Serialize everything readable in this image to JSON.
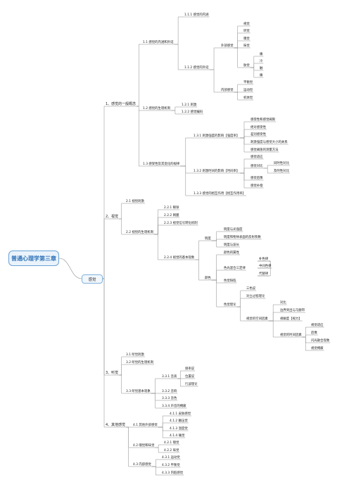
{
  "root": {
    "title": "普通心理学第三章"
  },
  "center": {
    "label": "感觉"
  },
  "branches": [
    {
      "label": "1、感觉的一般概念"
    },
    {
      "label": "1.1 感觉的内涵和外延"
    },
    {
      "label": "1.1.1 感觉的内涵"
    },
    {
      "label": "1.1.2 感觉的外延"
    },
    {
      "label": "外部感觉"
    },
    {
      "label": "视觉"
    },
    {
      "label": "听觉"
    },
    {
      "label": "嗅觉"
    },
    {
      "label": "味觉"
    },
    {
      "label": "肤觉"
    },
    {
      "label": "痛"
    },
    {
      "label": "冷"
    },
    {
      "label": "触"
    },
    {
      "label": "痛"
    },
    {
      "label": "内部感觉"
    },
    {
      "label": "平衡觉"
    },
    {
      "label": "运动觉"
    },
    {
      "label": "机体觉"
    },
    {
      "label": "1.2 感觉的生理机制"
    },
    {
      "label": "1.2.1 刺激"
    },
    {
      "label": "1.2.2 感觉编码"
    },
    {
      "label": "1.3 感受性及其变化的规律"
    },
    {
      "label": "1.3.1 刺激强度的影响【强度率】"
    },
    {
      "label": "感受性和感觉阈限"
    },
    {
      "label": "绝对感受性"
    },
    {
      "label": "差别感受性"
    },
    {
      "label": "刺激强度与感觉大小的关系"
    },
    {
      "label": "感觉阈值的测量方法"
    },
    {
      "label": "1.3.2 刺激时间的影响【时间率】"
    },
    {
      "label": "感觉适应"
    },
    {
      "label": "感觉对比"
    },
    {
      "label": "同时性对比"
    },
    {
      "label": "及时性对比"
    },
    {
      "label": "感觉后像"
    },
    {
      "label": "感觉补偿"
    },
    {
      "label": "1.3.3 感觉的相互作用【相互作用率】"
    },
    {
      "label": "2、视觉"
    },
    {
      "label": "2.1 视觉刺激"
    },
    {
      "label": "2.2 视觉的生理机制"
    },
    {
      "label": "2.2.1 眼球"
    },
    {
      "label": "2.2.2 网膜"
    },
    {
      "label": "2.2.3 视觉信号转化机制"
    },
    {
      "label": "2.2.4 视觉的基本现象"
    },
    {
      "label": "明度"
    },
    {
      "label": "明度与光强度"
    },
    {
      "label": "明度和物体表面的反射系数"
    },
    {
      "label": "明度与波长"
    },
    {
      "label": "颜色"
    },
    {
      "label": "颜色的属性"
    },
    {
      "label": "色光混合三定律"
    },
    {
      "label": "补色律"
    },
    {
      "label": "中间色律"
    },
    {
      "label": "代替律"
    },
    {
      "label": "色觉缺陷"
    },
    {
      "label": "色觉理论"
    },
    {
      "label": "三色说"
    },
    {
      "label": "对立过程理论"
    },
    {
      "label": "视觉的空间因素"
    },
    {
      "label": "对比"
    },
    {
      "label": "边界突出与马赫带"
    },
    {
      "label": "视敏度【视力】"
    },
    {
      "label": "视觉的时间因素"
    },
    {
      "label": "视觉适应"
    },
    {
      "label": "后像"
    },
    {
      "label": "闪光融合现象"
    },
    {
      "label": "视觉掩蔽"
    },
    {
      "label": "3、听觉"
    },
    {
      "label": "3.1 听觉刺激"
    },
    {
      "label": "3.2 听觉的生理机制"
    },
    {
      "label": "3.3 听觉基本现象"
    },
    {
      "label": "3.3.1 音高"
    },
    {
      "label": "频率说"
    },
    {
      "label": "位置说"
    },
    {
      "label": "行波理论"
    },
    {
      "label": "3.3.2 音响"
    },
    {
      "label": "3.3.3 音色"
    },
    {
      "label": "3.3.4 声音的掩蔽"
    },
    {
      "label": "4、其他感觉"
    },
    {
      "label": "4.1 其他外部感觉"
    },
    {
      "label": "4.1.1 皮肤感觉"
    },
    {
      "label": "4.1.2 触压觉"
    },
    {
      "label": "4.1.3 温度觉"
    },
    {
      "label": "4.1.4 痛觉"
    },
    {
      "label": "4.2 嗅觉和味觉"
    },
    {
      "label": "4.2.1 嗅觉"
    },
    {
      "label": "4.2.2 味觉"
    },
    {
      "label": "4.3 内部感觉"
    },
    {
      "label": "4.3.1 运动觉"
    },
    {
      "label": "4.3.2 平衡觉"
    },
    {
      "label": "4.3.3 内脏感觉"
    }
  ],
  "colors": {
    "line": "#8a8a8a",
    "accent": "#2e72b8",
    "root_fill": "#eaf3fb"
  }
}
